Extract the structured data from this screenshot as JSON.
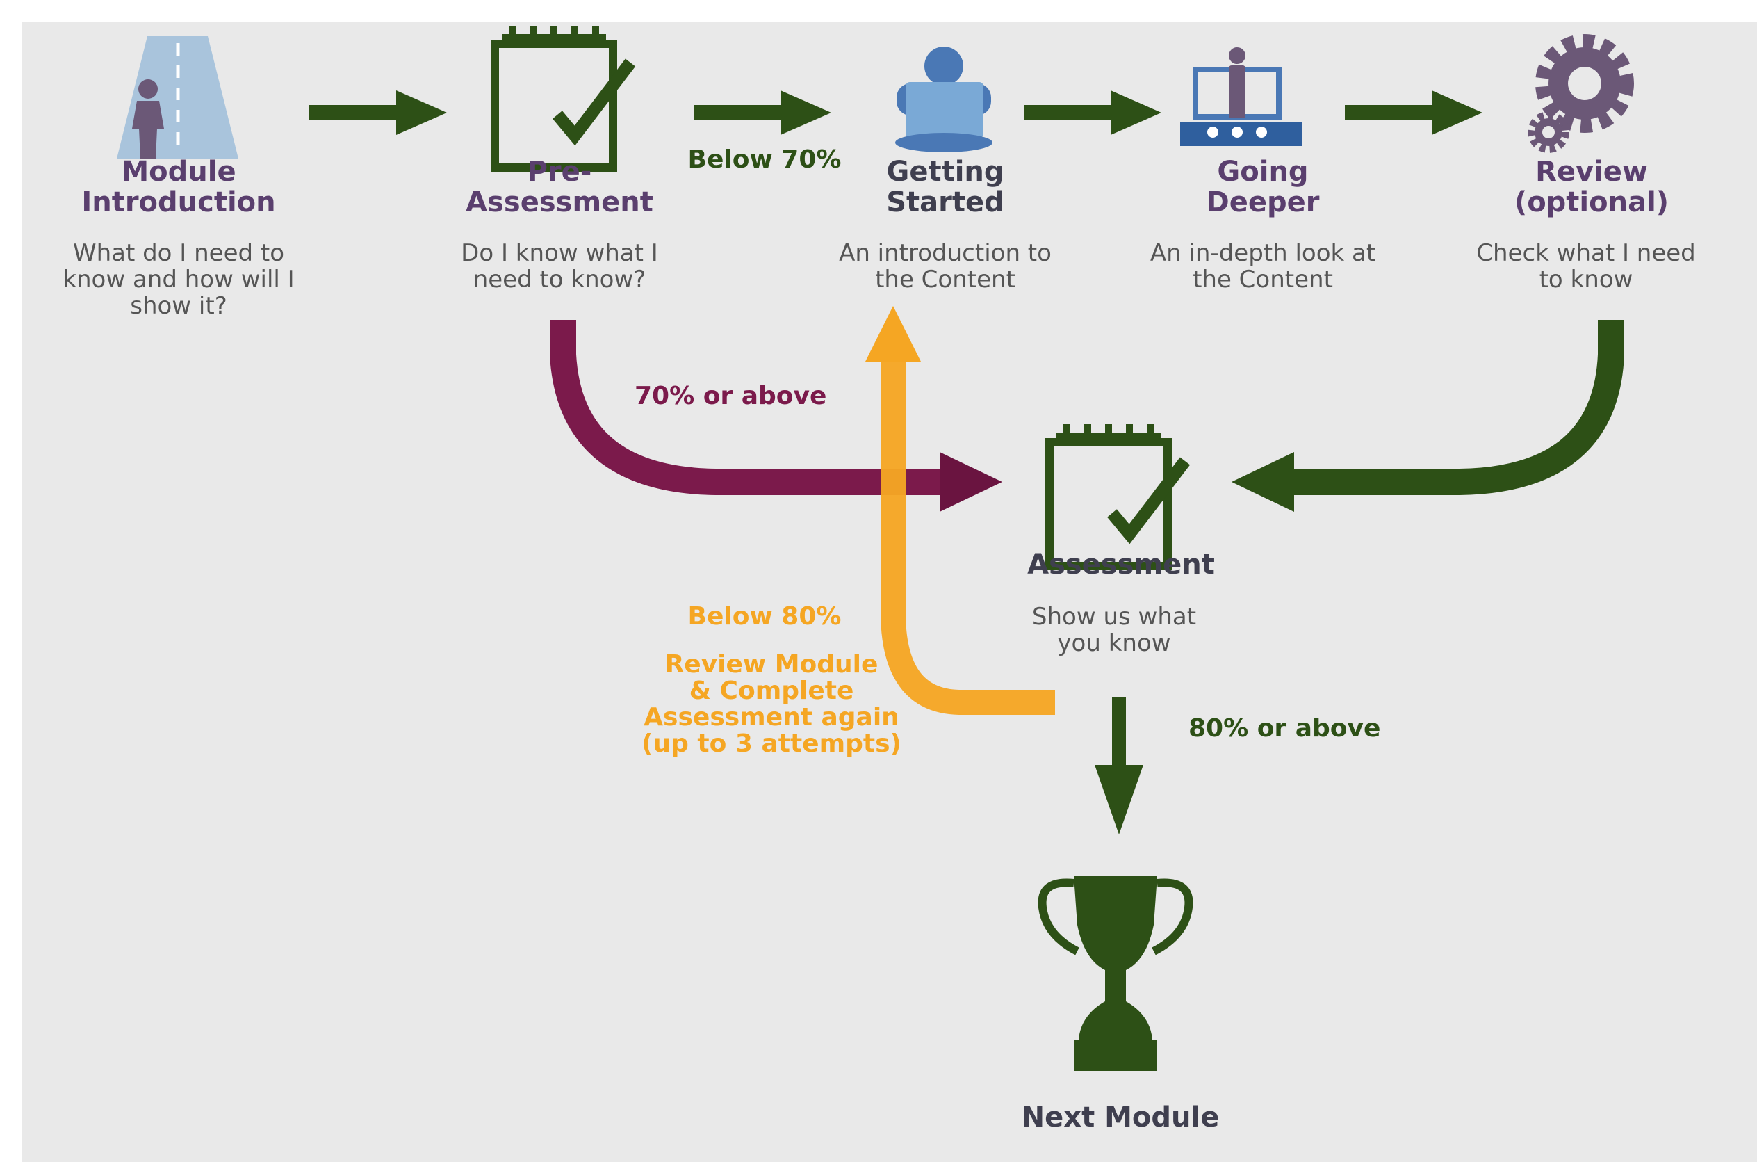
{
  "colors": {
    "background": "#e9e9e9",
    "green": "#2d5016",
    "maroon": "#7b1a4b",
    "orange": "#f5a623",
    "purple": "#6b5877",
    "blue": "#6f9ec9"
  },
  "steps": [
    {
      "title_line1": "Module",
      "title_line2": "Introduction",
      "desc_line1": "What do I need to",
      "desc_line2": "know and how will I",
      "desc_line3": "show it?",
      "icon": "person-on-road-icon"
    },
    {
      "title_line1": "Pre-",
      "title_line2": "Assessment",
      "desc_line1": "Do I know what I",
      "desc_line2": "need to know?",
      "icon": "checklist-notepad-icon"
    },
    {
      "title_line1": "Getting",
      "title_line2": "Started",
      "desc_line1": "An introduction to",
      "desc_line2": "the Content",
      "icon": "person-with-laptop-icon"
    },
    {
      "title_line1": "Going",
      "title_line2": "Deeper",
      "desc_line1": "An in-depth look at",
      "desc_line2": "the Content",
      "icon": "presenter-with-audience-icon"
    },
    {
      "title_line1": "Review",
      "title_line2": "(optional)",
      "desc_line1": "Check what I need",
      "desc_line2": "to know",
      "icon": "gears-icon"
    }
  ],
  "assessment": {
    "title": "Assessment",
    "desc_line1": "Show us what",
    "desc_line2": "you know",
    "icon": "checklist-notepad-icon"
  },
  "next_module": {
    "title": "Next Module",
    "icon": "trophy-icon"
  },
  "labels": {
    "below70": "Below 70%",
    "above70": "70% or above",
    "below80": "Below 80%",
    "review_line1": "Review Module",
    "review_line2": "& Complete",
    "review_line3": "Assessment again",
    "review_line4": "(up to 3 attempts)",
    "above80": "80% or above"
  }
}
